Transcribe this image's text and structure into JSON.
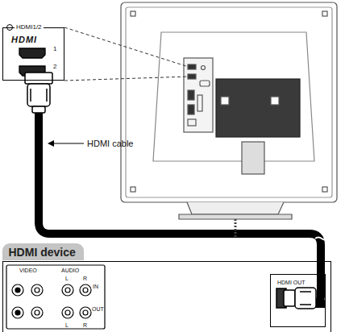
{
  "diagram": {
    "nodes": [
      {
        "text": [
          "HDMI1/2",
          "HDMI",
          "1",
          "2"
        ]
      },
      {
        "text": [
          "HDMI device"
        ]
      },
      {
        "text": [
          "HDMI OUT"
        ],
        "in": 1
      }
    ],
    "edges": [
      {
        "from": 0,
        "to": 2,
        "arrow": "none"
      }
    ],
    "labels": [
      "HDMI cable",
      "VIDEO",
      "AUDIO",
      "L",
      "R",
      "IN",
      "OUT",
      "L",
      "R"
    ]
  }
}
